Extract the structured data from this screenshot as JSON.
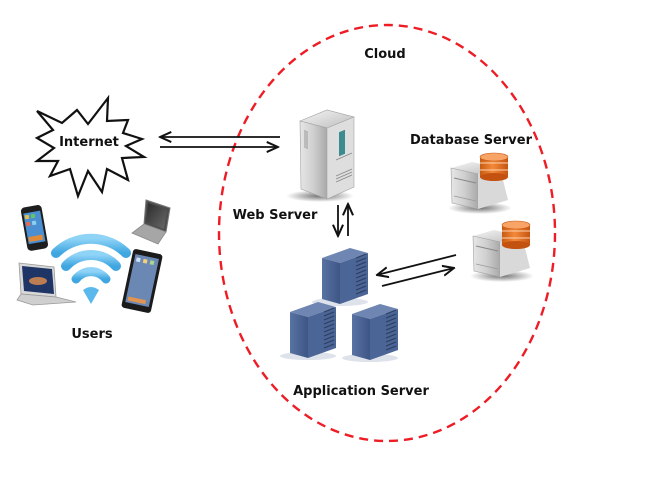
{
  "diagram": {
    "title": "Cloud",
    "cloud_boundary": {
      "label": "Cloud",
      "style": "dashed",
      "color": "#ee1c24"
    },
    "nodes": {
      "internet": {
        "label": "Internet",
        "icon": "starburst-icon"
      },
      "users": {
        "label": "Users",
        "icons": [
          "smartphone-icon",
          "laptop-icon",
          "macbook-icon",
          "tablet-icon",
          "wifi-icon"
        ]
      },
      "web_server": {
        "label": "Web Server",
        "icon": "tower-server-icon"
      },
      "database_server": {
        "label": "Database Server",
        "icon": "database-server-icon",
        "count": 2
      },
      "application_server": {
        "label": "Application Server",
        "icon": "rack-server-icon",
        "count": 3
      }
    },
    "edges": [
      {
        "from": "internet",
        "to": "web_server",
        "direction": "bidirectional"
      },
      {
        "from": "web_server",
        "to": "application_server",
        "direction": "bidirectional"
      },
      {
        "from": "application_server",
        "to": "database_server",
        "direction": "bidirectional"
      }
    ],
    "colors": {
      "boundary": "#ee1c24",
      "wifi": "#5ab8ec",
      "app_server": "#4a6596",
      "db_disk": "#e0701e",
      "server_silver": "#c8c8c8",
      "arrow": "#111111"
    }
  }
}
